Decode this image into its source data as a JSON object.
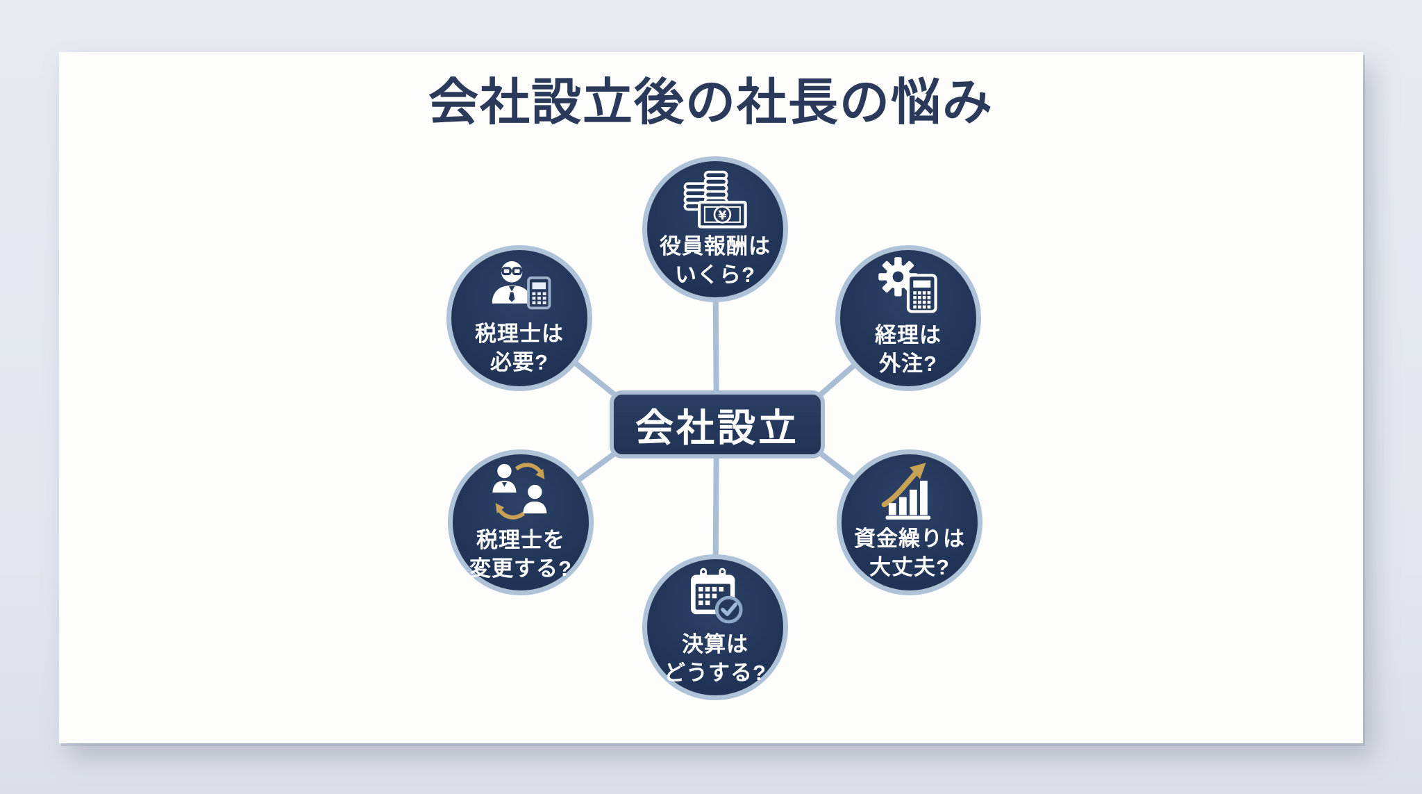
{
  "title": "会社設立後の社長の悩み",
  "center": {
    "label": "会社設立"
  },
  "nodes": {
    "executive_pay": {
      "line1": "役員報酬は",
      "line2": "いくら?",
      "icon": "money-icon"
    },
    "outsourcing": {
      "line1": "経理は",
      "line2": "外注?",
      "icon": "gear-calculator-icon"
    },
    "cash_flow": {
      "line1": "資金繰りは",
      "line2": "大丈夫?",
      "icon": "growth-chart-icon"
    },
    "settlement": {
      "line1": "決算は",
      "line2": "どうする?",
      "icon": "calendar-check-icon"
    },
    "change_accountant": {
      "line1": "税理士を",
      "line2": "変更する?",
      "icon": "person-exchange-icon"
    },
    "need_accountant": {
      "line1": "税理士は",
      "line2": "必要?",
      "icon": "accountant-calculator-icon"
    }
  },
  "colors": {
    "background": "#e4e7ee",
    "card": "#fdfdfb",
    "navy": "#24395c",
    "node_border": "#aec2d8",
    "connector": "#a9bdd4",
    "gold": "#c7a254",
    "steel_blue": "#8fa9c9",
    "title_text": "#2b3a5b",
    "text_on_navy": "#ffffff"
  }
}
